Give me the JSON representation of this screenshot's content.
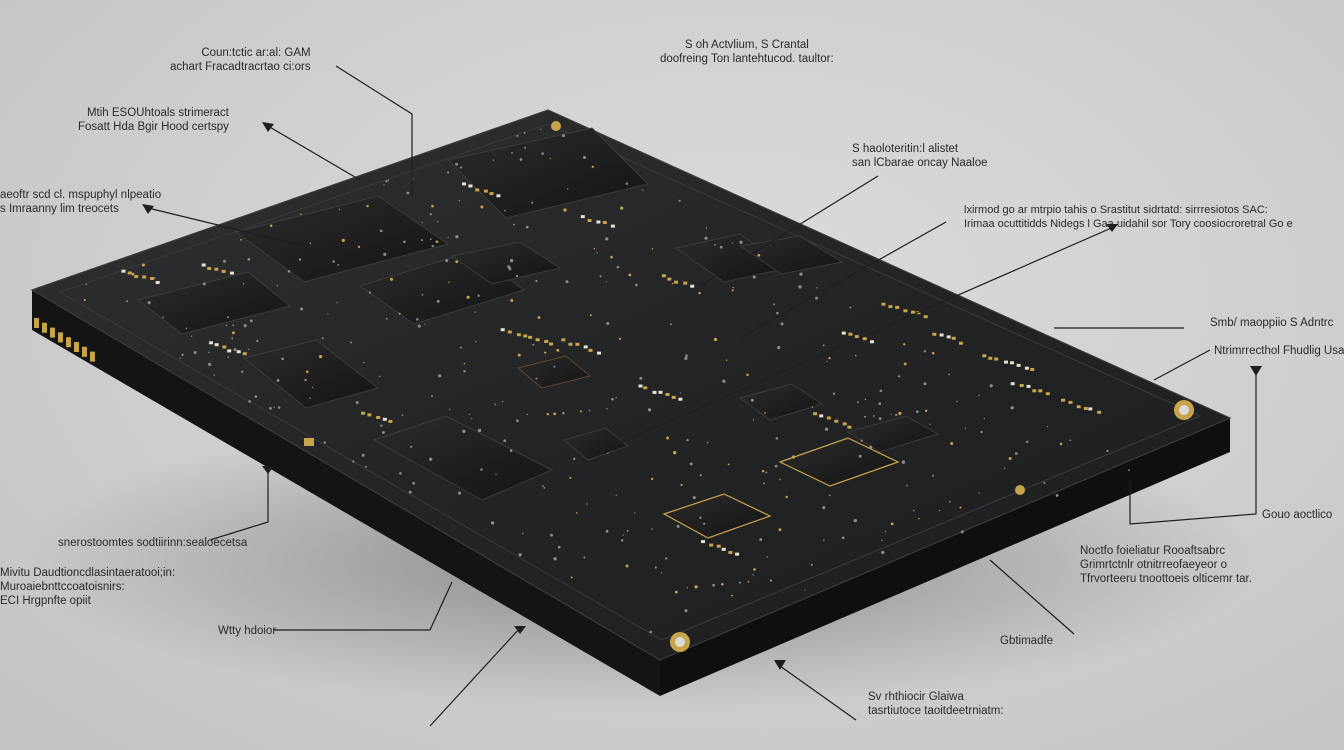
{
  "diagram": {
    "colors": {
      "background": "#d2d2d2",
      "board": "#242526",
      "board_edge": "#141415",
      "chip": "#1b1b1c",
      "gold": "#c9a54a",
      "leader_line": "#1e1e1e"
    },
    "callouts": [
      {
        "id": "top-left-1",
        "lines": [
          "Coun:tctic ar:al: GAM",
          "achart Fracadtracrtao ci:ors"
        ]
      },
      {
        "id": "top-center",
        "lines": [
          "S oh Actvlium, S Crantal",
          "doofreing Ton lantehtucod. taultor:"
        ]
      },
      {
        "id": "left-2",
        "lines": [
          "Mtih ESOUhtoals strimeract",
          "Fosatt Hda Bgir Hood certspy"
        ]
      },
      {
        "id": "center-1",
        "lines": [
          "S haoloteritin:l alistet",
          "san lCbarae oncay Naaloe"
        ]
      },
      {
        "id": "left-3",
        "lines": [
          "aeoftr scd cl. mspuphyl nlpeatio",
          "s Imraanny lim treocets"
        ]
      },
      {
        "id": "right-1",
        "lines": [
          "lxirmod go ar mtrpio tahis o Srastitut sidrtatd: sirrresiotos SAC:",
          "Irimaa ocuttitidds Nidegs l Gaa uidahil sor Tory coosiocroretral Go e"
        ]
      },
      {
        "id": "right-2",
        "lines": [
          "Smb/ maoppiio S Adntrc"
        ]
      },
      {
        "id": "right-3",
        "lines": [
          "Ntrimrrecthol Fhudlig Usaging"
        ]
      },
      {
        "id": "right-4",
        "lines": [
          "Gouo aoctlico"
        ]
      },
      {
        "id": "bottom-left-1",
        "lines": [
          "snerostoomtes sodtiirinn:sealoecetsa"
        ]
      },
      {
        "id": "bottom-left-2",
        "lines": [
          "Mivitu Daudtioncdlasintaeratooi;in:",
          "Muroaiebnttccoatoisnirs:",
          "ECI Hrgpnfte opiit"
        ]
      },
      {
        "id": "bottom-left-3",
        "lines": [
          "Wtty hdoior"
        ]
      },
      {
        "id": "bottom-center",
        "lines": [
          "Sv  rhthiocir Glaiwa",
          "tasrtiutoce taoitdeetrniatm:"
        ]
      },
      {
        "id": "bottom-right-1",
        "lines": [
          "Gbtimadfe"
        ]
      },
      {
        "id": "bottom-right-2",
        "lines": [
          "Noctfo foieliatur Rooaftsabrc",
          "Grimrtctnlr otnitrreofaeyeor o",
          "Tfrvorteeru tnoottoeis olticemr tar."
        ]
      }
    ]
  }
}
